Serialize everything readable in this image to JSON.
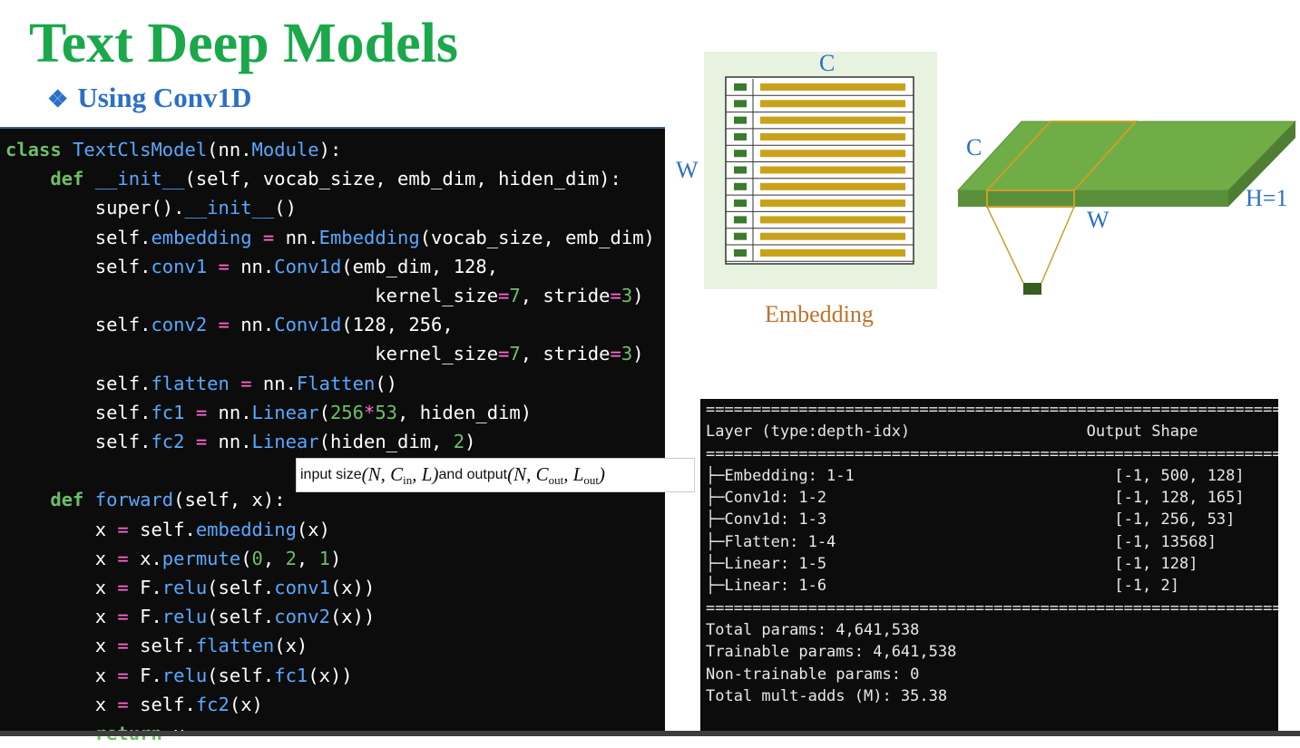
{
  "slide": {
    "title": "Text Deep Models",
    "subtitle": "Using Conv1D",
    "bullet": "❖"
  },
  "code": {
    "lines": [
      [
        [
          "kw",
          "class"
        ],
        [
          "tx",
          " "
        ],
        [
          "fn",
          "TextClsModel"
        ],
        [
          "tx",
          "(nn."
        ],
        [
          "fn",
          "Module"
        ],
        [
          "tx",
          "):"
        ]
      ],
      [
        [
          "tx",
          "    "
        ],
        [
          "kw",
          "def"
        ],
        [
          "tx",
          " "
        ],
        [
          "fn",
          "__init__"
        ],
        [
          "tx",
          "(self, vocab_size, emb_dim, hiden_dim):"
        ]
      ],
      [
        [
          "tx",
          "        super()."
        ],
        [
          "fn",
          "__init__"
        ],
        [
          "tx",
          "()"
        ]
      ],
      [
        [
          "tx",
          "        self."
        ],
        [
          "fn",
          "embedding"
        ],
        [
          "tx",
          " "
        ],
        [
          "op",
          "="
        ],
        [
          "tx",
          " nn."
        ],
        [
          "fn",
          "Embedding"
        ],
        [
          "tx",
          "(vocab_size, emb_dim)"
        ]
      ],
      [
        [
          "tx",
          "        self."
        ],
        [
          "fn",
          "conv1"
        ],
        [
          "tx",
          " "
        ],
        [
          "op",
          "="
        ],
        [
          "tx",
          " nn."
        ],
        [
          "fn",
          "Conv1d"
        ],
        [
          "tx",
          "(emb_dim, 128,"
        ]
      ],
      [
        [
          "tx",
          "                                 kernel_size"
        ],
        [
          "op",
          "="
        ],
        [
          "nm",
          "7"
        ],
        [
          "tx",
          ", stride"
        ],
        [
          "op",
          "="
        ],
        [
          "nm",
          "3"
        ],
        [
          "tx",
          ")"
        ]
      ],
      [
        [
          "tx",
          "        self."
        ],
        [
          "fn",
          "conv2"
        ],
        [
          "tx",
          " "
        ],
        [
          "op",
          "="
        ],
        [
          "tx",
          " nn."
        ],
        [
          "fn",
          "Conv1d"
        ],
        [
          "tx",
          "(128, 256,"
        ]
      ],
      [
        [
          "tx",
          "                                 kernel_size"
        ],
        [
          "op",
          "="
        ],
        [
          "nm",
          "7"
        ],
        [
          "tx",
          ", stride"
        ],
        [
          "op",
          "="
        ],
        [
          "nm",
          "3"
        ],
        [
          "tx",
          ")"
        ]
      ],
      [
        [
          "tx",
          "        self."
        ],
        [
          "fn",
          "flatten"
        ],
        [
          "tx",
          " "
        ],
        [
          "op",
          "="
        ],
        [
          "tx",
          " nn."
        ],
        [
          "fn",
          "Flatten"
        ],
        [
          "tx",
          "()"
        ]
      ],
      [
        [
          "tx",
          "        self."
        ],
        [
          "fn",
          "fc1"
        ],
        [
          "tx",
          " "
        ],
        [
          "op",
          "="
        ],
        [
          "tx",
          " nn."
        ],
        [
          "fn",
          "Linear"
        ],
        [
          "tx",
          "("
        ],
        [
          "nm",
          "256"
        ],
        [
          "op",
          "*"
        ],
        [
          "nm",
          "53"
        ],
        [
          "tx",
          ", hiden_dim)"
        ]
      ],
      [
        [
          "tx",
          "        self."
        ],
        [
          "fn",
          "fc2"
        ],
        [
          "tx",
          " "
        ],
        [
          "op",
          "="
        ],
        [
          "tx",
          " nn."
        ],
        [
          "fn",
          "Linear"
        ],
        [
          "tx",
          "(hiden_dim, "
        ],
        [
          "nm",
          "2"
        ],
        [
          "tx",
          ")"
        ]
      ],
      [
        [
          "tx",
          ""
        ]
      ],
      [
        [
          "tx",
          "    "
        ],
        [
          "kw",
          "def"
        ],
        [
          "tx",
          " "
        ],
        [
          "fn",
          "forward"
        ],
        [
          "tx",
          "(self, x):"
        ]
      ],
      [
        [
          "tx",
          "        x "
        ],
        [
          "op",
          "="
        ],
        [
          "tx",
          " self."
        ],
        [
          "fn",
          "embedding"
        ],
        [
          "tx",
          "(x)"
        ]
      ],
      [
        [
          "tx",
          "        x "
        ],
        [
          "op",
          "="
        ],
        [
          "tx",
          " x."
        ],
        [
          "fn",
          "permute"
        ],
        [
          "tx",
          "("
        ],
        [
          "nm",
          "0"
        ],
        [
          "tx",
          ", "
        ],
        [
          "nm",
          "2"
        ],
        [
          "tx",
          ", "
        ],
        [
          "nm",
          "1"
        ],
        [
          "tx",
          ")"
        ]
      ],
      [
        [
          "tx",
          "        x "
        ],
        [
          "op",
          "="
        ],
        [
          "tx",
          " F."
        ],
        [
          "fn",
          "relu"
        ],
        [
          "tx",
          "(self."
        ],
        [
          "fn",
          "conv1"
        ],
        [
          "tx",
          "(x))"
        ]
      ],
      [
        [
          "tx",
          "        x "
        ],
        [
          "op",
          "="
        ],
        [
          "tx",
          " F."
        ],
        [
          "fn",
          "relu"
        ],
        [
          "tx",
          "(self."
        ],
        [
          "fn",
          "conv2"
        ],
        [
          "tx",
          "(x))"
        ]
      ],
      [
        [
          "tx",
          "        x "
        ],
        [
          "op",
          "="
        ],
        [
          "tx",
          " self."
        ],
        [
          "fn",
          "flatten"
        ],
        [
          "tx",
          "(x)"
        ]
      ],
      [
        [
          "tx",
          "        x "
        ],
        [
          "op",
          "="
        ],
        [
          "tx",
          " F."
        ],
        [
          "fn",
          "relu"
        ],
        [
          "tx",
          "(self."
        ],
        [
          "fn",
          "fc1"
        ],
        [
          "tx",
          "(x))"
        ]
      ],
      [
        [
          "tx",
          "        x "
        ],
        [
          "op",
          "="
        ],
        [
          "tx",
          " self."
        ],
        [
          "fn",
          "fc2"
        ],
        [
          "tx",
          "(x)"
        ]
      ],
      [
        [
          "tx",
          "        "
        ],
        [
          "kw",
          "return"
        ],
        [
          "tx",
          " x"
        ]
      ]
    ]
  },
  "note": {
    "prefix": "input size ",
    "input_math": [
      "(",
      "N",
      ", ",
      "C",
      "in",
      ", ",
      "L",
      ")"
    ],
    "middle": " and output ",
    "output_math": [
      "(",
      "N",
      ", ",
      "C",
      "out",
      ", ",
      "L",
      "out",
      ")"
    ]
  },
  "diagram": {
    "emb_top_label": "C",
    "emb_side_label": "W",
    "emb_caption": "Embedding",
    "slab_c_label": "C",
    "slab_w_label": "W",
    "slab_h_label": "H=1",
    "colors": {
      "green_fill": "#e7f3df",
      "bar_gold": "#c9a21c",
      "cell_green": "#3c7a2e",
      "slab_top": "#70ad47",
      "slab_side": "#5a8f3a",
      "kernel_outline": "#c8a02a"
    }
  },
  "summary": {
    "rule": "==========================================================================",
    "header": "Layer (type:depth-idx)                   Output Shape",
    "rows": [
      {
        "layer": "├─Embedding: 1-1",
        "shape": "[-1, 500, 128]"
      },
      {
        "layer": "├─Conv1d: 1-2",
        "shape": "[-1, 128, 165]"
      },
      {
        "layer": "├─Conv1d: 1-3",
        "shape": "[-1, 256, 53]"
      },
      {
        "layer": "├─Flatten: 1-4",
        "shape": "[-1, 13568]"
      },
      {
        "layer": "├─Linear: 1-5",
        "shape": "[-1, 128]"
      },
      {
        "layer": "├─Linear: 1-6",
        "shape": "[-1, 2]"
      }
    ],
    "totals": [
      "Total params: 4,641,538",
      "Trainable params: 4,641,538",
      "Non-trainable params: 0",
      "Total mult-adds (M): 35.38"
    ]
  }
}
